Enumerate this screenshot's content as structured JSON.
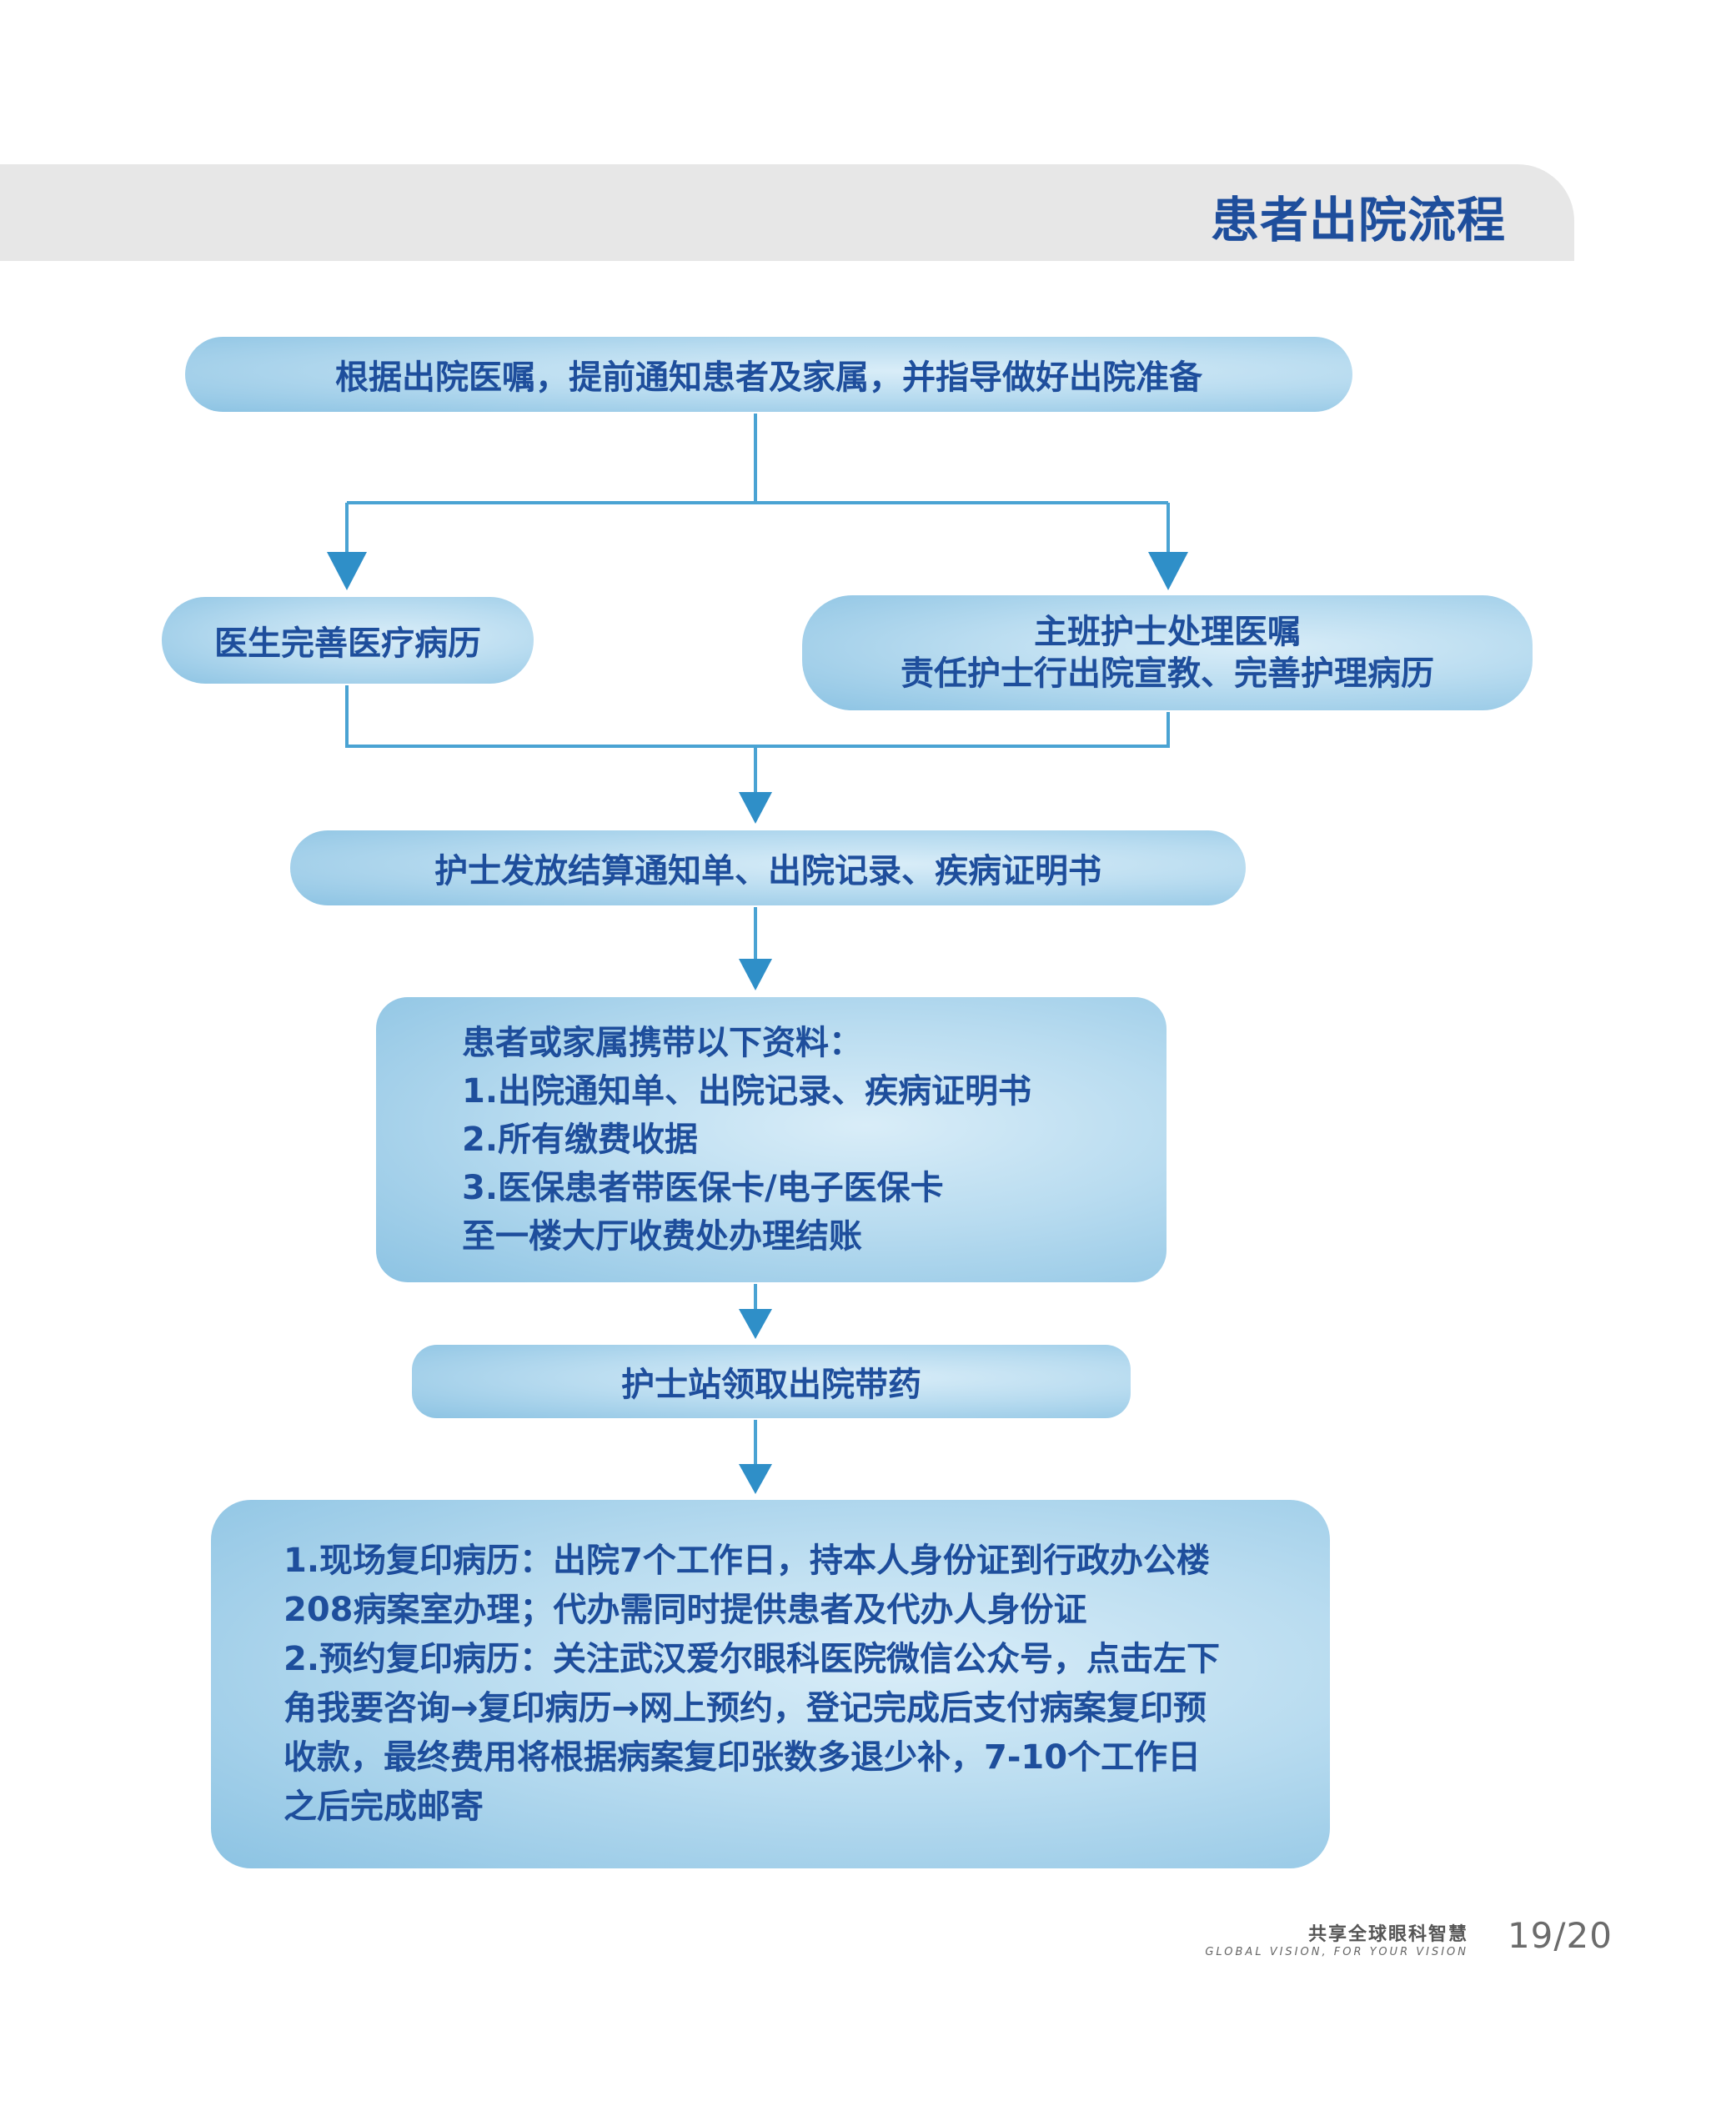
{
  "header": {
    "title": "患者出院流程"
  },
  "flowchart": {
    "step1": "根据出院医嘱，提前通知患者及家属，并指导做好出院准备",
    "step2_left": "医生完善医疗病历",
    "step2_right": [
      "主班护士处理医嘱",
      "责任护士行出院宣教、完善护理病历"
    ],
    "step3": "护士发放结算通知单、出院记录、疾病证明书",
    "step4": [
      "患者或家属携带以下资料：",
      "1.出院通知单、出院记录、疾病证明书",
      "2.所有缴费收据",
      "3.医保患者带医保卡/电子医保卡",
      "至一楼大厅收费处办理结账"
    ],
    "step5": "护士站领取出院带药",
    "step6": [
      "1.现场复印病历：出院7个工作日，持本人身份证到行政办公楼",
      "208病案室办理；代办需同时提供患者及代办人身份证",
      "2.预约复印病历：关注武汉爱尔眼科医院微信公众号，点击左下",
      "角我要咨询→复印病历→网上预约，登记完成后支付病案复印预",
      "收款，最终费用将根据病案复印张数多退少补，7-10个工作日",
      "之后完成邮寄"
    ]
  },
  "footer": {
    "slogan_cn": "共享全球眼科智慧",
    "slogan_en": "GLOBAL VISION, FOR YOUR VISION",
    "page": "19/20"
  },
  "colors": {
    "title": "#1e4e9c",
    "box_text": "#1e4e9c",
    "box_fill_light": "#d9edf8",
    "box_fill_dark": "#8cc3e3",
    "connector": "#4aa3d3",
    "header_band": "#e7e7e7"
  }
}
